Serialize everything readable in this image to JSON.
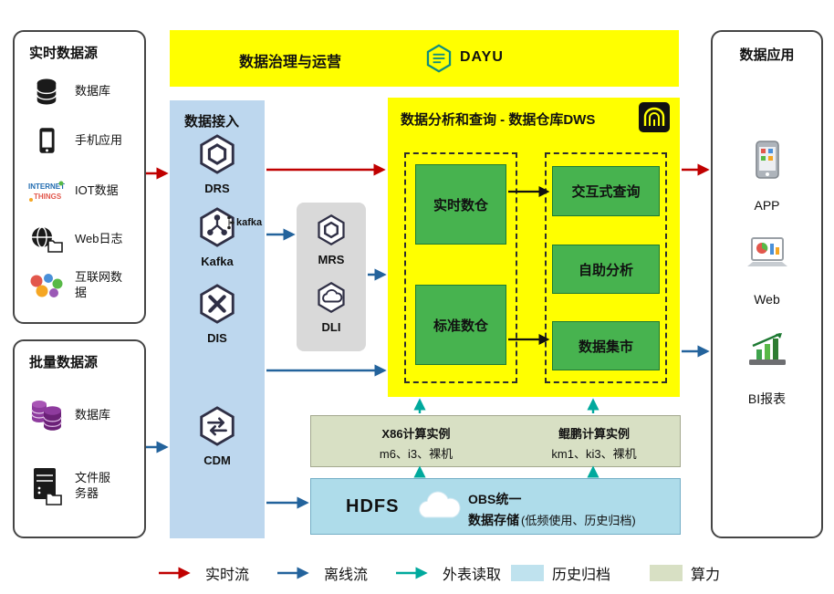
{
  "realtime_sources": {
    "title": "实时数据源",
    "items": [
      {
        "label": "数据库",
        "icon": "database-icon"
      },
      {
        "label": "手机应用",
        "icon": "phone-icon"
      },
      {
        "label": "IOT数据",
        "icon": "iot-icon",
        "words": [
          "INTERNET",
          "THINGS"
        ]
      },
      {
        "label": "Web日志",
        "icon": "web-log-icon"
      },
      {
        "label": "互联网数据",
        "icon": "internet-data-icon"
      }
    ]
  },
  "batch_sources": {
    "title": "批量数据源",
    "items": [
      {
        "label": "数据库",
        "icon": "batch-database-icon"
      },
      {
        "label": "文件服务器",
        "icon": "file-server-icon"
      }
    ]
  },
  "governance": {
    "title": "数据治理与运营",
    "product": "DAYU",
    "icon": "dayu-icon"
  },
  "ingestion": {
    "title": "数据接入",
    "items": [
      {
        "label": "DRS",
        "icon": "drs-icon"
      },
      {
        "label": "Kafka",
        "icon": "kafka-icon",
        "wordmark": "kafka"
      },
      {
        "label": "DIS",
        "icon": "dis-icon"
      },
      {
        "label": "CDM",
        "icon": "cdm-icon"
      }
    ]
  },
  "processing": {
    "items": [
      {
        "label": "MRS",
        "icon": "mrs-icon"
      },
      {
        "label": "DLI",
        "icon": "dli-icon"
      }
    ]
  },
  "dws": {
    "title": "数据分析和查询 - 数据仓库DWS",
    "icon": "warehouse-icon",
    "warehouses": [
      {
        "label": "实时数仓"
      },
      {
        "label": "标准数仓"
      }
    ],
    "services": [
      {
        "label": "交互式查询"
      },
      {
        "label": "自助分析"
      },
      {
        "label": "数据集市"
      }
    ]
  },
  "apps": {
    "title": "数据应用",
    "items": [
      {
        "label": "APP",
        "icon": "app-phone-icon"
      },
      {
        "label": "Web",
        "icon": "web-monitor-icon"
      },
      {
        "label": "BI报表",
        "icon": "bi-report-icon"
      }
    ]
  },
  "compute": {
    "x86": {
      "title": "X86计算实例",
      "specs": "m6、i3、裸机"
    },
    "kunpeng": {
      "title": "鲲鹏计算实例",
      "specs": "km1、ki3、裸机"
    }
  },
  "storage": {
    "hdfs": "HDFS",
    "obs_icon": "obs-cloud-icon",
    "obs_line1": "OBS统一",
    "obs_line2": "数据存储",
    "obs_note": "(低频使用、历史归档)"
  },
  "legend": {
    "realtime": "实时流",
    "offline": "离线流",
    "external": "外表读取",
    "archive": "历史归档",
    "compute": "算力"
  },
  "colors": {
    "realtime_flow": "#C00000",
    "offline_flow": "#23639C",
    "external_read": "#00A99D",
    "archive_fill": "#BFE2EE",
    "compute_fill": "#D8E0C4",
    "highlight_yellow": "#FFFF00",
    "service_green": "#47B34F",
    "ingestion_blue": "#BDD7EE"
  }
}
